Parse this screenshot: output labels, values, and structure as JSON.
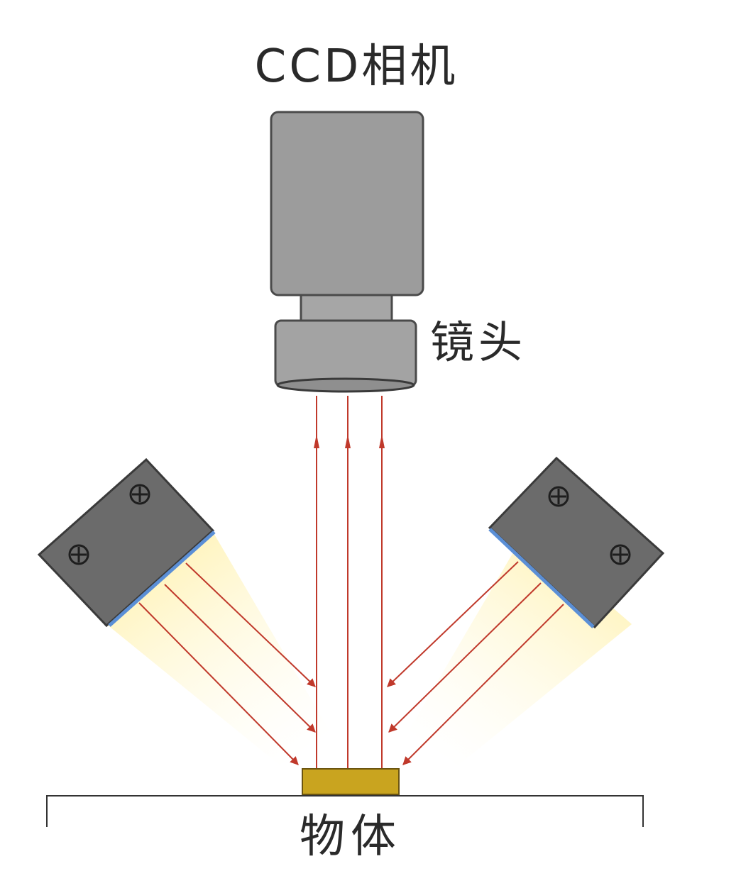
{
  "labels": {
    "camera": "CCD相机",
    "lens": "镜头",
    "object": "物体"
  },
  "colors": {
    "background": "#ffffff",
    "camera_body": "#9c9c9c",
    "camera_outline": "#4a4a4a",
    "lens_body": "#a3a3a3",
    "light_source": "#6b6b6b",
    "light_emitter_edge": "#5b8fd6",
    "light_glow": "#fff6c8",
    "ray": "#c0392b",
    "object": "#c9a41f",
    "baseline": "#333333",
    "text": "#2a2a2a"
  },
  "icons": {
    "screw": "screw-head-icon"
  }
}
